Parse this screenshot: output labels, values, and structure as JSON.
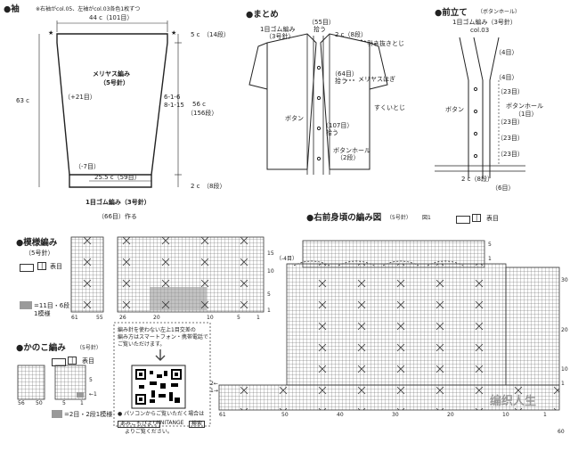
{
  "sleeve": {
    "title": "●袖",
    "note": "※右袖がcol.05、左袖がcol.03各色1枚ずつ",
    "top_width": "44 c（101目）",
    "height": "63 c",
    "body_label": "メリヤス編み",
    "needle1": "（5号針）",
    "right_top": "5 c",
    "right_top_rows": "（14段）",
    "right_mid": "56 c",
    "right_mid_rows": "（156段）",
    "right_bot": "2 c",
    "right_bot_rows": "（8段）",
    "inc_rule": "6-1-6",
    "inc_rule2": "8-1-15",
    "plus21": "（+21目）",
    "minus7": "（-7目）",
    "bottom_width": "25.5 c（59目）",
    "rib_label": "1目ゴム編み（3号針）",
    "cast_on": "（66目）作る",
    "star": "★"
  },
  "matome": {
    "title": "●まとめ",
    "rib": "1目ゴム編み",
    "rib_needle": "（3号針）",
    "pick1": "（55目）",
    "pick1b": "拾う",
    "rows_2c": "2 c（8段）",
    "hikinuki": "引き抜きとじ",
    "pick2": "（64目）",
    "pick2b": "拾う",
    "meriyasu_hagi": "メリヤスはぎ",
    "button": "ボタン",
    "sukui": "すくいとじ",
    "pick3": "（107目）",
    "pick3b": "拾う",
    "buttonhole": "ボタンホール",
    "buttonhole_rows": "（2段）"
  },
  "front_band": {
    "title": "●前立て",
    "subtitle": "（ボタンホール）",
    "rib": "1目ゴム編み（3号針）",
    "col": "col.03",
    "button": "ボタン",
    "buttonhole": "ボタンホール",
    "buttonhole_n": "（1目）",
    "counts": [
      "（4目）",
      "（23目）",
      "（23目）",
      "（23目）",
      "（23目）",
      "（4目）"
    ],
    "bottom": "2 c（8段）",
    "bottom6": "（6目）"
  },
  "pattern1": {
    "title": "●模様編み",
    "needle": "（5号針）",
    "legend": "表目",
    "legend_sym": "|",
    "repeat": "=11目・6段",
    "repeat2": "1模様",
    "col_labels": [
      "61",
      "55",
      "26",
      "20",
      "10",
      "5",
      "1"
    ],
    "row_labels": [
      "15",
      "10",
      "5",
      "1"
    ]
  },
  "kanoko": {
    "title": "●かのこ編み",
    "needle": "（5号針）",
    "legend": "表目",
    "legend_sym": "|",
    "repeat": "=2目・2段1模様",
    "col_labels": [
      "56",
      "50",
      "5",
      "1"
    ],
    "row_labels": [
      "5",
      "←1"
    ]
  },
  "qr": {
    "text1": "編み針を使わない左上1目交差の",
    "text2": "編み方はスマートフォン・携帯電話で",
    "text3": "ご覧いただけます。",
    "text4": "● パソコンからご覧いただく場合は",
    "search1": "あみこもびより",
    "search2": "KNITANGE",
    "search3": "検索",
    "text5": "よりご覧ください。"
  },
  "front_chart": {
    "title": "●右前身頃の編み図",
    "needle": "（5号針）",
    "fig": "図1",
    "legend": "表目",
    "legend_sym": "|",
    "top_rows": [
      "5",
      "1"
    ],
    "dec": "（-4目）",
    "right_rows": [
      "30",
      "20",
      "10",
      "1"
    ],
    "left_rows": [
      "2←",
      "1→"
    ],
    "col_labels": [
      "61",
      "50",
      "40",
      "30",
      "20",
      "10",
      "1"
    ],
    "bottom_right": "60"
  },
  "watermark": "编织人生"
}
